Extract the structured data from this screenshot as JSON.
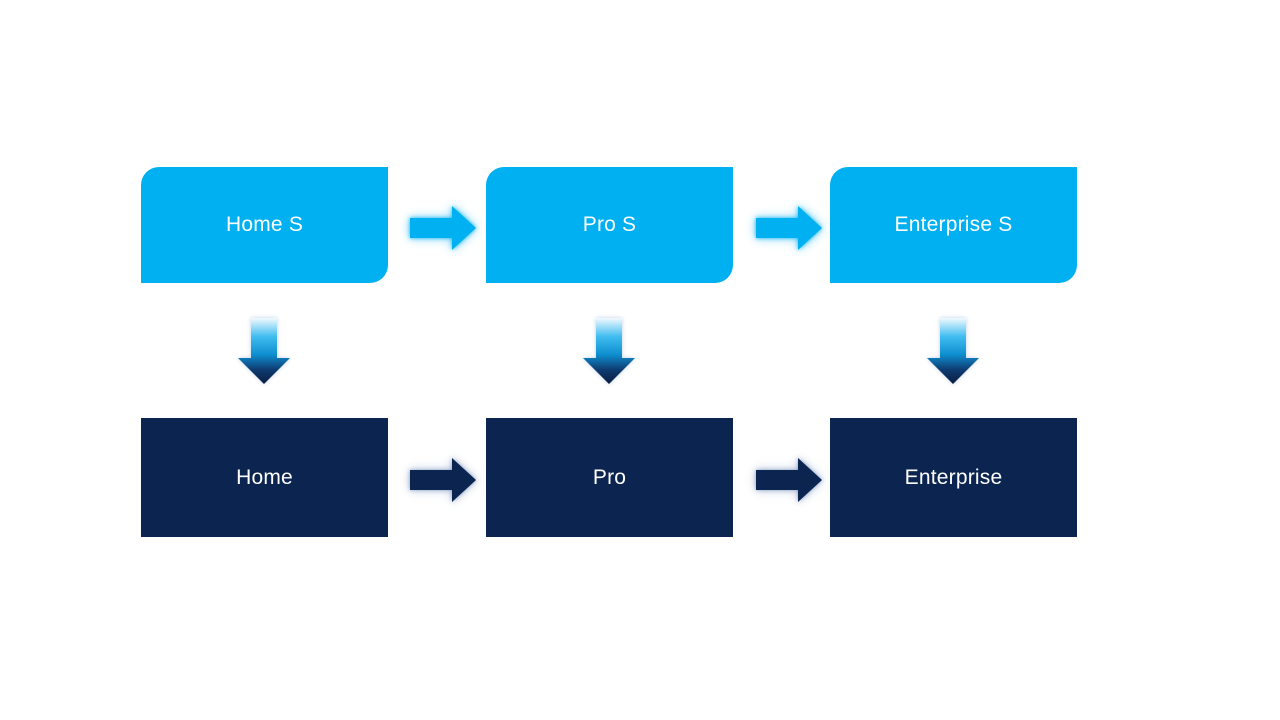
{
  "diagram": {
    "title": "product-edition-mapping",
    "background": "#FFFFFF",
    "columns": [
      {
        "id": "home",
        "top_label": "Home S",
        "bottom_label": "Home"
      },
      {
        "id": "pro",
        "top_label": "Pro S",
        "bottom_label": "Pro"
      },
      {
        "id": "enterprise",
        "top_label": "Enterprise S",
        "bottom_label": "Enterprise"
      }
    ],
    "colors": {
      "top_box_fill": "#00B0F0",
      "bottom_box_fill": "#0B2550",
      "label_text": "#FFFFFF",
      "right_arrow_light": "#00B0F0",
      "right_arrow_dark": "#0B2550",
      "down_arrow_stop_0": "#F2FAFE",
      "down_arrow_stop_1": "#41BDEF",
      "down_arrow_stop_2": "#0E8FD0",
      "down_arrow_stop_3": "#0E3C72",
      "down_arrow_stop_4": "#091D40"
    },
    "icons": {
      "right_arrow": "right-arrow-icon",
      "down_arrow": "down-arrow-icon"
    }
  }
}
